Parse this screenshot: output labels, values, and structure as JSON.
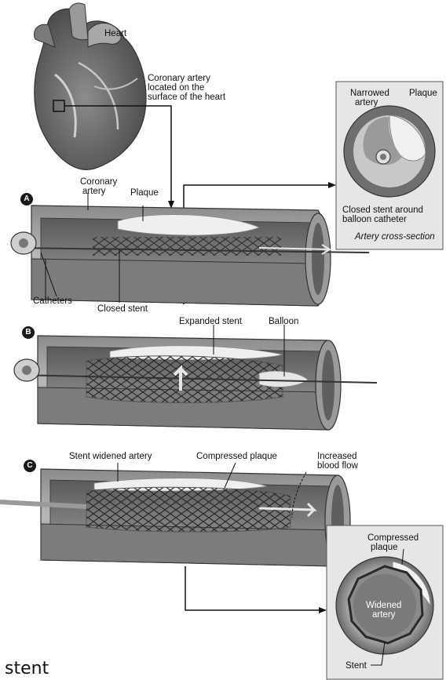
{
  "heart": {
    "title": "Heart",
    "coronary_note": [
      "Coronary artery",
      "located on the",
      "surface of the heart"
    ]
  },
  "inset_top": {
    "narrowed": [
      "Narrowed",
      "artery"
    ],
    "plaque": "Plaque",
    "closed_stent": [
      "Closed stent around",
      "balloon catheter"
    ],
    "caption": "Artery cross-section"
  },
  "panel_a": {
    "badge": "A",
    "coronary": [
      "Coronary",
      "artery"
    ],
    "plaque": "Plaque",
    "catheters": "Catheters",
    "closed_stent": "Closed stent"
  },
  "panel_b": {
    "badge": "B",
    "expanded_stent": "Expanded stent",
    "balloon": "Balloon"
  },
  "panel_c": {
    "badge": "C",
    "stent_widened": "Stent widened artery",
    "compressed_plaque": "Compressed plaque",
    "increased": [
      "Increased",
      "blood flow"
    ]
  },
  "inset_bottom": {
    "compressed": [
      "Compressed",
      "plaque"
    ],
    "widened": [
      "Widened",
      "artery"
    ],
    "stent": "Stent"
  },
  "caption": "stent"
}
